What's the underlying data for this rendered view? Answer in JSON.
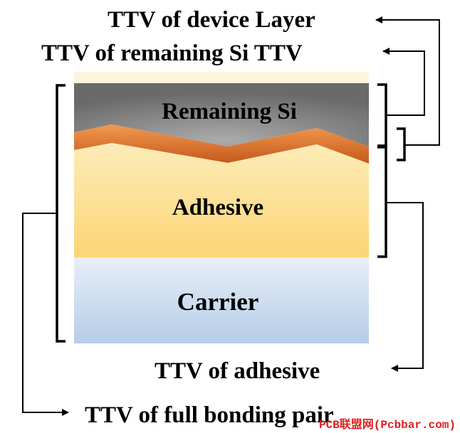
{
  "labels": {
    "device_layer_ttv": "TTV of device Layer",
    "remaining_si_ttv": "TTV of remaining Si TTV",
    "adhesive_ttv": "TTV of adhesive",
    "full_pair_ttv": "TTV of full bonding pair"
  },
  "layers": {
    "remaining_si": "Remaining Si",
    "adhesive": "Adhesive",
    "carrier": "Carrier"
  },
  "watermark": "PCB联盟网(Pcbbar.com)",
  "colors": {
    "remaining_si_light": "#ababab",
    "remaining_si_dark": "#6a6a6a",
    "device_layer_light": "#f29a50",
    "device_layer_dark": "#c4581a",
    "adhesive_top": "#fdf0c4",
    "adhesive_bottom": "#fbd576",
    "carrier_top": "#e8eff8",
    "carrier_bottom": "#b5cde8",
    "watermark": "#e02020"
  }
}
